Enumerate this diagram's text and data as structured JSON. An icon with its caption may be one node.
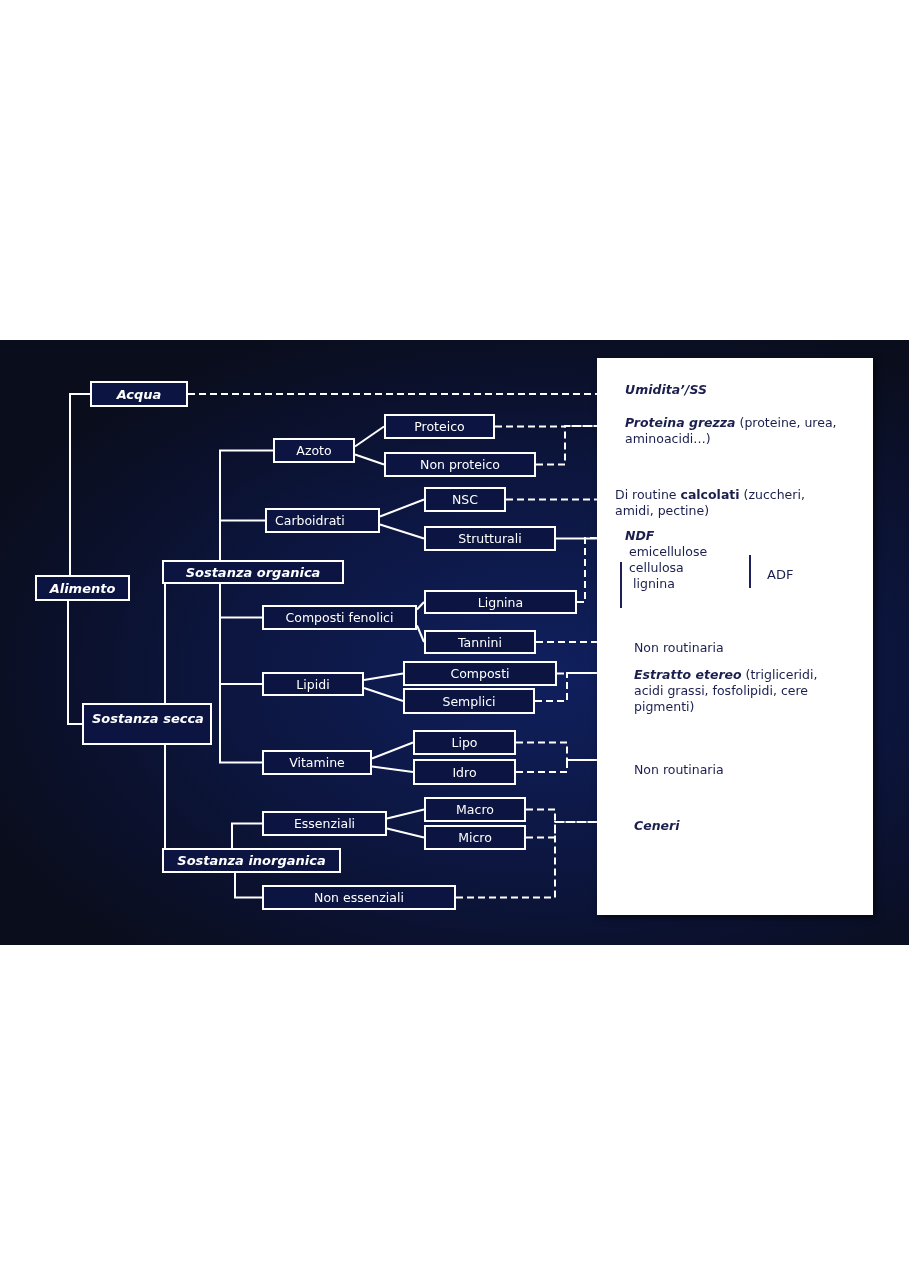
{
  "diagram": {
    "nodes": [
      {
        "text": [
          "Acqua"
        ]
      },
      {
        "text": [
          "Alimento"
        ]
      },
      {
        "text": [
          "Sostanza organica"
        ]
      },
      {
        "text": [
          "Azoto"
        ]
      },
      {
        "text": [
          "Proteico"
        ]
      },
      {
        "text": [
          "Non proteico"
        ]
      },
      {
        "text": [
          "Carboidrati"
        ]
      },
      {
        "text": [
          "NSC"
        ]
      },
      {
        "text": [
          "Strutturali"
        ]
      },
      {
        "text": [
          "Composti fenolici"
        ]
      },
      {
        "text": [
          "Lignina"
        ]
      },
      {
        "text": [
          "Tannini"
        ]
      },
      {
        "text": [
          "Lipidi"
        ]
      },
      {
        "text": [
          "Composti"
        ]
      },
      {
        "text": [
          "Semplici"
        ]
      },
      {
        "text": [
          "Sostanza secca"
        ]
      },
      {
        "text": [
          "Vitamine"
        ]
      },
      {
        "text": [
          "Lipo"
        ]
      },
      {
        "text": [
          "Idro"
        ]
      },
      {
        "text": [
          "Essenziali"
        ]
      },
      {
        "text": [
          "Macro"
        ]
      },
      {
        "text": [
          "Micro"
        ]
      },
      {
        "text": [
          "Sostanza inorganica"
        ]
      },
      {
        "text": [
          "Non essenziali"
        ]
      },
      {
        "text": [],
        "shape": "box"
      },
      {
        "text": [
          "Umidita’/SS"
        ],
        "in": 24
      },
      {
        "text": [
          "*Proteina grezza* (proteine, urea, aminoacidi…)"
        ],
        "in": 24
      },
      {
        "text": [
          "Di routine **calcolati** (zuccheri, amidi, pectine)"
        ],
        "in": 24
      },
      {
        "text": [
          "NDF",
          "emicellulose",
          "cellulosa",
          "lignina"
        ],
        "in": 24
      },
      {
        "text": [
          "Non routinaria"
        ],
        "in": 24
      },
      {
        "text": [
          "*Estratto etereo* (trigliceridi, acidi grassi, fosfolipidi, cere pigmenti)"
        ],
        "in": 24
      },
      {
        "text": [
          "Non routinaria"
        ],
        "in": 24
      },
      {
        "text": [
          "Ceneri"
        ],
        "in": 24
      }
    ],
    "edges": [
      {
        "from": 1,
        "to": 0,
        "arrow": "none"
      },
      {
        "from": 1,
        "to": 15,
        "arrow": "none"
      },
      {
        "from": 15,
        "to": 2,
        "arrow": "none"
      },
      {
        "from": 15,
        "to": 22,
        "arrow": "none"
      },
      {
        "from": 2,
        "to": 3,
        "arrow": "none"
      },
      {
        "from": 2,
        "to": 6,
        "arrow": "none"
      },
      {
        "from": 2,
        "to": 9,
        "arrow": "none"
      },
      {
        "from": 2,
        "to": 12,
        "arrow": "none"
      },
      {
        "from": 2,
        "to": 16,
        "arrow": "none"
      },
      {
        "from": 3,
        "to": 4,
        "arrow": "none"
      },
      {
        "from": 3,
        "to": 5,
        "arrow": "none"
      },
      {
        "from": 6,
        "to": 7,
        "arrow": "none"
      },
      {
        "from": 6,
        "to": 8,
        "arrow": "none"
      },
      {
        "from": 9,
        "to": 10,
        "arrow": "none"
      },
      {
        "from": 9,
        "to": 11,
        "arrow": "none"
      },
      {
        "from": 12,
        "to": 13,
        "arrow": "none"
      },
      {
        "from": 12,
        "to": 14,
        "arrow": "none"
      },
      {
        "from": 16,
        "to": 17,
        "arrow": "none"
      },
      {
        "from": 16,
        "to": 18,
        "arrow": "none"
      },
      {
        "from": 22,
        "to": 19,
        "arrow": "none"
      },
      {
        "from": 22,
        "to": 23,
        "arrow": "none"
      },
      {
        "from": 19,
        "to": 20,
        "arrow": "none"
      },
      {
        "from": 19,
        "to": 21,
        "arrow": "none"
      },
      {
        "from": 0,
        "to": 25,
        "arrow": "none",
        "style": "dashed"
      },
      {
        "from": 4,
        "to": 26,
        "arrow": "none",
        "style": "dashed"
      },
      {
        "from": 5,
        "to": 26,
        "arrow": "none",
        "style": "dashed"
      },
      {
        "from": 7,
        "to": 27,
        "arrow": "none",
        "style": "dashed"
      },
      {
        "from": 8,
        "to": 28,
        "arrow": "none"
      },
      {
        "from": 10,
        "to": 28,
        "arrow": "none",
        "style": "dashed"
      },
      {
        "from": 11,
        "to": 29,
        "arrow": "none",
        "style": "dashed"
      },
      {
        "from": 13,
        "to": 30,
        "arrow": "none",
        "style": "dashed"
      },
      {
        "from": 14,
        "to": 30,
        "arrow": "none",
        "style": "dashed"
      },
      {
        "from": 17,
        "to": 31,
        "arrow": "none",
        "style": "dashed"
      },
      {
        "from": 18,
        "to": 31,
        "arrow": "none",
        "style": "dashed"
      },
      {
        "from": 20,
        "to": 32,
        "arrow": "none",
        "style": "dashed"
      },
      {
        "from": 21,
        "to": 32,
        "arrow": "none",
        "style": "dashed"
      },
      {
        "from": 23,
        "to": 32,
        "arrow": "none",
        "style": "dashed"
      }
    ],
    "labels": [
      "ADF"
    ]
  }
}
